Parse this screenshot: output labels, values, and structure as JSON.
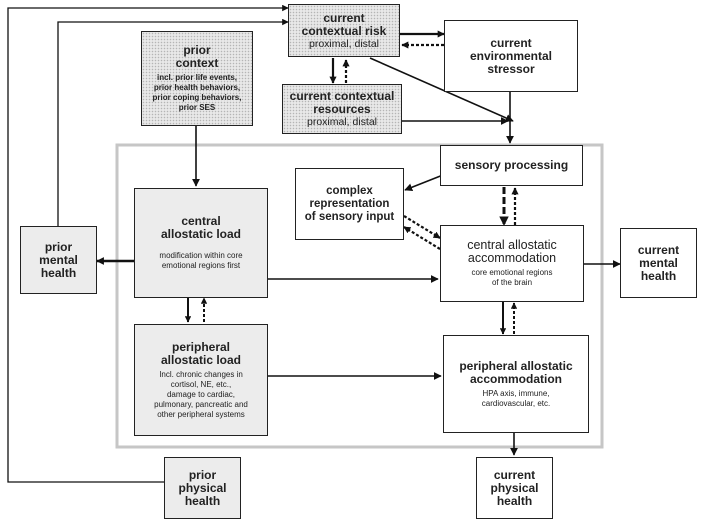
{
  "nodes": {
    "current_contextual_risk": {
      "title_lines": [
        "current",
        "contextual risk"
      ],
      "sub": "proximal, distal"
    },
    "current_environmental_stressor": {
      "title_lines": [
        "current",
        "environmental",
        "stressor"
      ]
    },
    "prior_context": {
      "title_lines": [
        "prior",
        "context"
      ],
      "detail_lines": [
        "incl. prior life events,",
        "prior health behaviors,",
        "prior coping behaviors,",
        "prior SES"
      ]
    },
    "current_contextual_resources": {
      "title_lines": [
        "current contextual",
        "resources"
      ],
      "sub": "proximal, distal"
    },
    "sensory_processing": {
      "title": "sensory processing"
    },
    "complex_representation": {
      "title_lines": [
        "complex",
        "representation",
        "of sensory input"
      ]
    },
    "central_allostatic_load": {
      "title_lines": [
        "central",
        "allostatic load"
      ],
      "detail_lines": [
        "modification within core",
        "emotional regions first"
      ]
    },
    "prior_mental_health": {
      "title_lines": [
        "prior",
        "mental",
        "health"
      ]
    },
    "central_allostatic_accommodation": {
      "title_lines": [
        "central allostatic",
        "accommodation"
      ],
      "detail_lines": [
        "core emotional regions",
        "of the brain"
      ]
    },
    "current_mental_health": {
      "title_lines": [
        "current",
        "mental",
        "health"
      ]
    },
    "peripheral_allostatic_load": {
      "title_lines": [
        "peripheral",
        "allostatic load"
      ],
      "detail_lines": [
        "Incl. chronic changes in",
        "cortisol, NE, etc.,",
        "damage to cardiac,",
        "pulmonary, pancreatic and",
        "other peripheral systems"
      ]
    },
    "peripheral_allostatic_accommodation": {
      "title_lines": [
        "peripheral allostatic",
        "accommodation"
      ],
      "detail_lines": [
        "HPA axis, immune,",
        "cardiovascular, etc."
      ]
    },
    "prior_physical_health": {
      "title_lines": [
        "prior",
        "physical",
        "health"
      ]
    },
    "current_physical_health": {
      "title_lines": [
        "current",
        "physical",
        "health"
      ]
    }
  }
}
